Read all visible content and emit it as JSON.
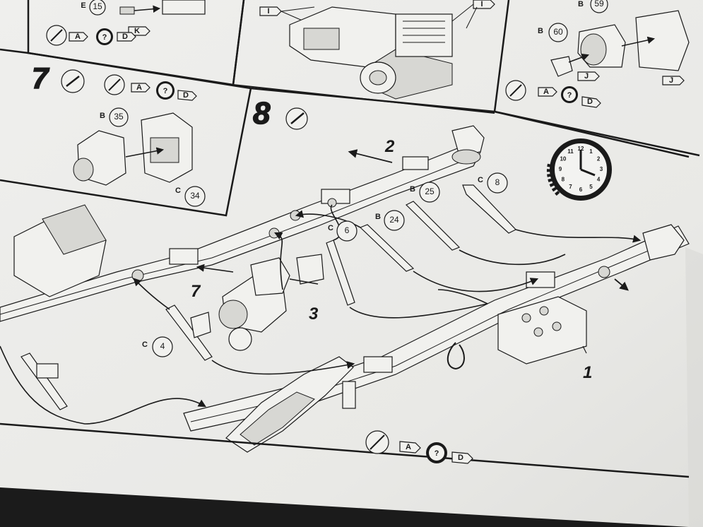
{
  "colors": {
    "paper": "#ececea",
    "ink": "#1a1a1a",
    "background": "#1b1b1b"
  },
  "symbols": {
    "paint_tag_a": "A",
    "paint_tag_d": "D",
    "question_mark": "?",
    "paint_icon": "paintbrush-icon",
    "glue_icon": "glue-tube-icon",
    "clock_icon": "clock-icon"
  },
  "step_prev_top": {
    "part_label_e15": {
      "sprue": "E",
      "number": "15"
    },
    "tag_k": "K",
    "tag_i": "I",
    "tag_i_right": "I"
  },
  "step_top_right": {
    "part_b59": {
      "sprue": "B",
      "number": "59"
    },
    "part_b60": {
      "sprue": "B",
      "number": "60"
    },
    "tag_j_left": "J",
    "tag_j_right": "J"
  },
  "step_7": {
    "number": "7",
    "part_b35": {
      "sprue": "B",
      "number": "35"
    },
    "part_c34": {
      "sprue": "C",
      "number": "34"
    }
  },
  "step_8": {
    "number": "8",
    "labels": {
      "arrow_2": "2",
      "arrow_7": "7",
      "arrow_3": "3",
      "arrow_1": "1"
    },
    "parts": {
      "c8": {
        "sprue": "C",
        "number": "8"
      },
      "b25": {
        "sprue": "B",
        "number": "25"
      },
      "b24": {
        "sprue": "B",
        "number": "24"
      },
      "c6": {
        "sprue": "C",
        "number": "6"
      },
      "c4": {
        "sprue": "C",
        "number": "4"
      }
    },
    "clock_numbers": [
      "12",
      "1",
      "2",
      "3",
      "4",
      "5",
      "6",
      "7",
      "8",
      "9",
      "10",
      "11"
    ]
  },
  "footer": {
    "tag_a": "A",
    "question": "?",
    "tag_d": "D"
  }
}
